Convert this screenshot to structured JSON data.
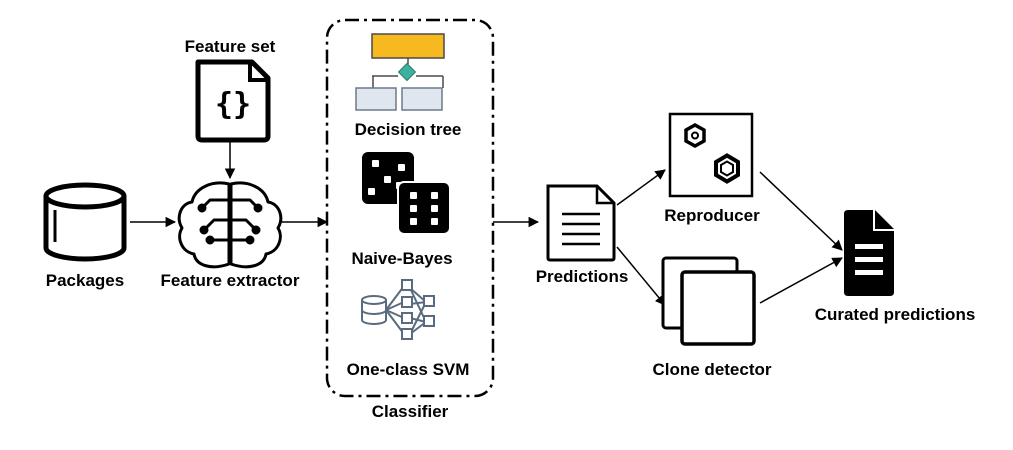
{
  "nodes": {
    "feature_set": "Feature set",
    "packages": "Packages",
    "feature_extractor": "Feature extractor",
    "decision_tree": "Decision tree",
    "naive_bayes": "Naive-Bayes",
    "one_class_svm": "One-class SVM",
    "classifier": "Classifier",
    "predictions": "Predictions",
    "reproducer": "Reproducer",
    "clone_detector": "Clone detector",
    "curated_predictions": "Curated predictions"
  },
  "icons": {
    "feature_set": "json-file-icon",
    "packages": "database-icon",
    "feature_extractor": "brain-circuit-icon",
    "decision_tree": "decision-tree-icon",
    "naive_bayes": "dice-icon",
    "one_class_svm": "database-network-icon",
    "predictions": "document-icon",
    "reproducer": "gears-icon",
    "clone_detector": "clone-icon",
    "curated_predictions": "document-filled-icon"
  },
  "colors": {
    "tree_root": "#f6b91f",
    "tree_diamond": "#3db39e",
    "tree_leaf": "#dfe6ee",
    "svm_stroke": "#5a6b7f"
  }
}
